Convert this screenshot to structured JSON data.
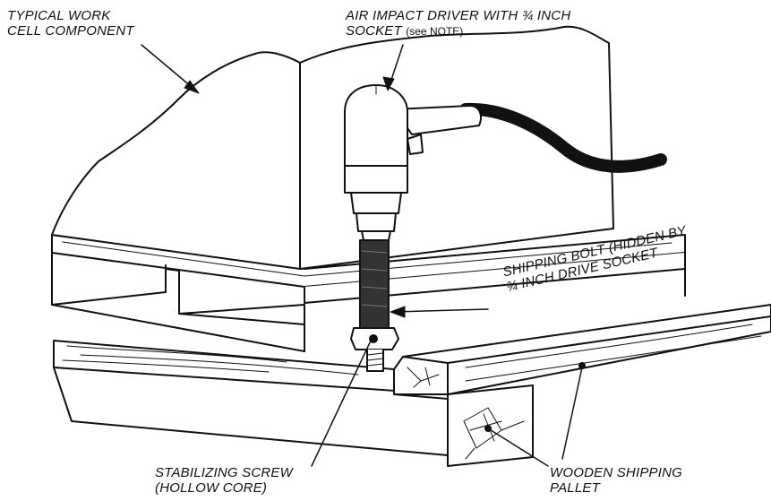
{
  "labels": {
    "cell_component": [
      "TYPICAL WORK",
      "CELL COMPONENT"
    ],
    "impact_driver": [
      "AIR IMPACT DRIVER WITH ¾ INCH",
      "SOCKET"
    ],
    "impact_driver_note": "(see NOTE)",
    "shipping_bolt": [
      "SHIPPING BOLT (HIDDEN BY",
      "¾ INCH DRIVE SOCKET"
    ],
    "stabilizing_screw": [
      "STABILIZING SCREW",
      "(HOLLOW CORE)"
    ],
    "wooden_pallet": [
      "WOODEN SHIPPING",
      "PALLET"
    ]
  },
  "colors": {
    "ink": "#111111",
    "paper": "#ffffff",
    "socket": "#333333"
  }
}
